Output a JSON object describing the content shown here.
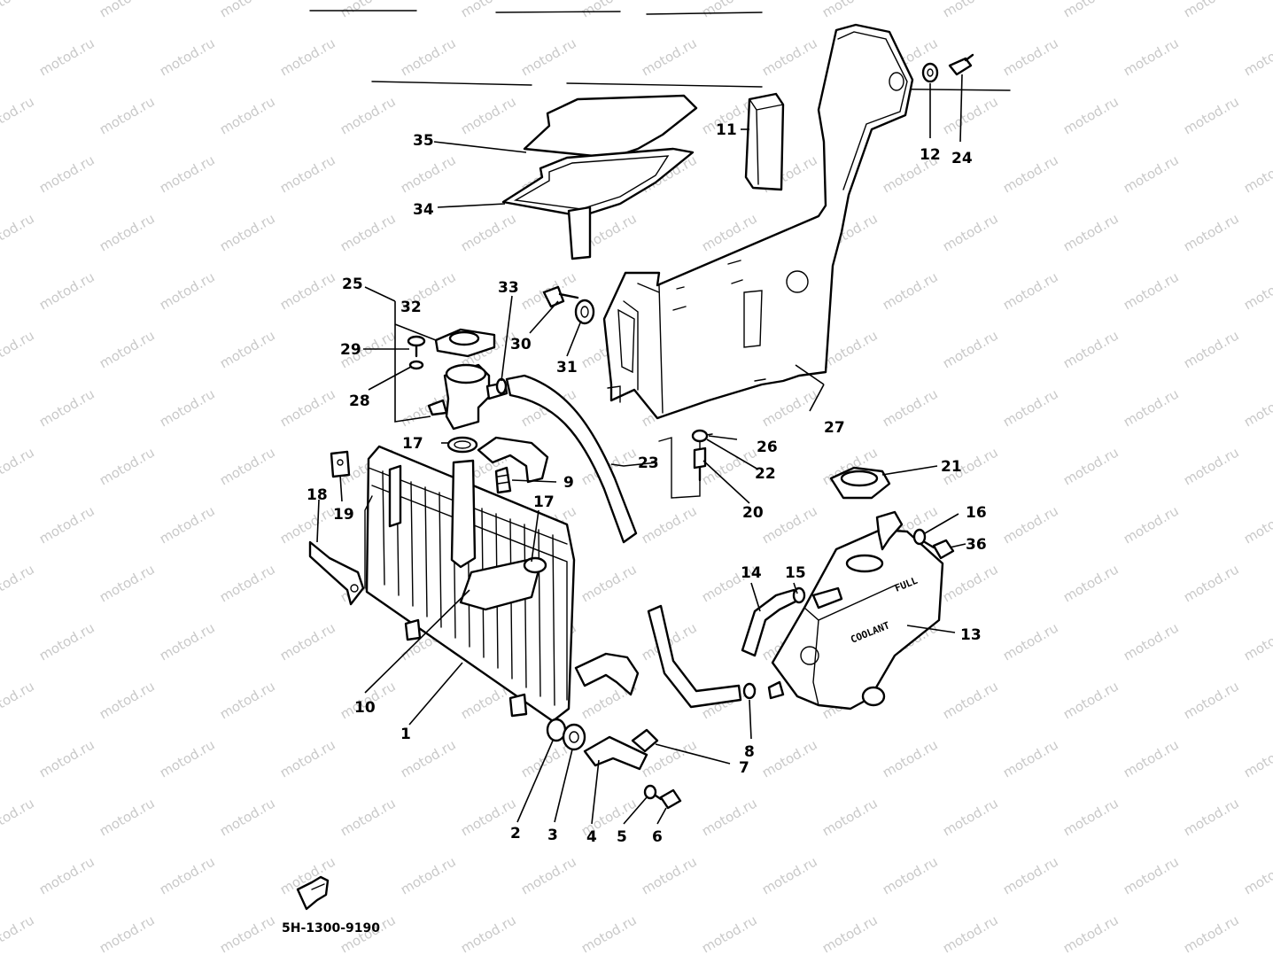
{
  "watermark": "motod.ru",
  "reference_code": "5H-1300-9190",
  "tank_labels": {
    "full": "FULL",
    "coolant": "COOLANT"
  },
  "callouts": [
    {
      "id": "c1",
      "text": "1"
    },
    {
      "id": "c2",
      "text": "2"
    },
    {
      "id": "c3",
      "text": "3"
    },
    {
      "id": "c4",
      "text": "4"
    },
    {
      "id": "c5",
      "text": "5"
    },
    {
      "id": "c6",
      "text": "6"
    },
    {
      "id": "c7",
      "text": "7"
    },
    {
      "id": "c8",
      "text": "8"
    },
    {
      "id": "c9",
      "text": "9"
    },
    {
      "id": "c10",
      "text": "10"
    },
    {
      "id": "c11",
      "text": "11"
    },
    {
      "id": "c12",
      "text": "12"
    },
    {
      "id": "c13",
      "text": "13"
    },
    {
      "id": "c14",
      "text": "14"
    },
    {
      "id": "c15",
      "text": "15"
    },
    {
      "id": "c16",
      "text": "16"
    },
    {
      "id": "c17a",
      "text": "17"
    },
    {
      "id": "c17b",
      "text": "17"
    },
    {
      "id": "c18",
      "text": "18"
    },
    {
      "id": "c19",
      "text": "19"
    },
    {
      "id": "c20",
      "text": "20"
    },
    {
      "id": "c21",
      "text": "21"
    },
    {
      "id": "c22",
      "text": "22"
    },
    {
      "id": "c23",
      "text": "23"
    },
    {
      "id": "c24",
      "text": "24"
    },
    {
      "id": "c25",
      "text": "25"
    },
    {
      "id": "c26",
      "text": "26"
    },
    {
      "id": "c27",
      "text": "27"
    },
    {
      "id": "c28",
      "text": "28"
    },
    {
      "id": "c29",
      "text": "29"
    },
    {
      "id": "c30",
      "text": "30"
    },
    {
      "id": "c31",
      "text": "31"
    },
    {
      "id": "c32",
      "text": "32"
    },
    {
      "id": "c33",
      "text": "33"
    },
    {
      "id": "c34",
      "text": "34"
    },
    {
      "id": "c35",
      "text": "35"
    },
    {
      "id": "c36",
      "text": "36"
    }
  ]
}
